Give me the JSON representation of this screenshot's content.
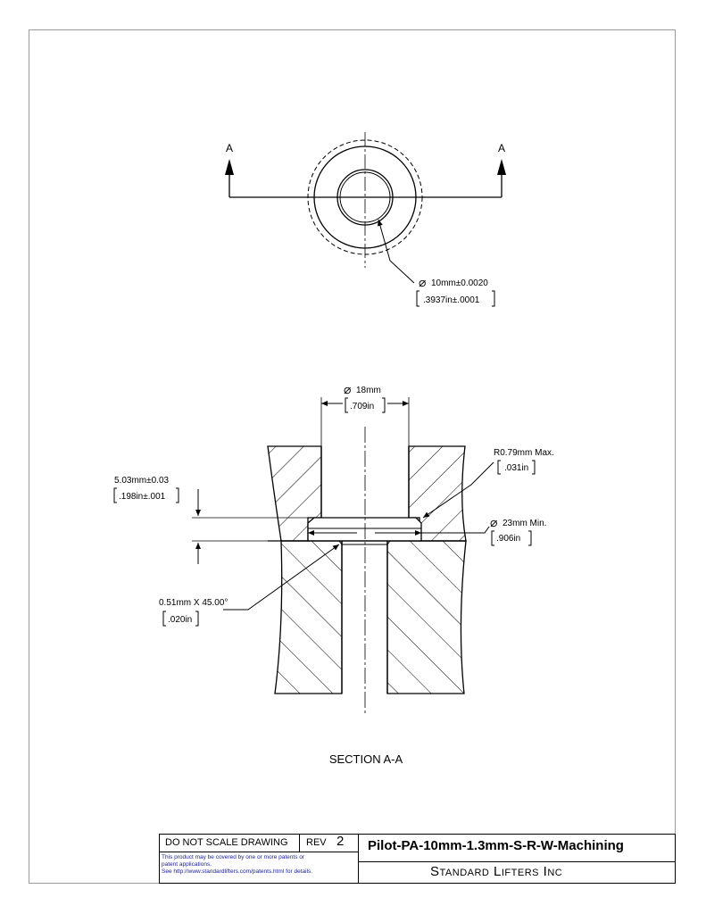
{
  "section_marker": {
    "left": "A",
    "right": "A"
  },
  "top_view": {
    "bore_dim": {
      "metric": "10mm±0.0020",
      "imperial": ".3937in±.0001"
    }
  },
  "section_view": {
    "dim_top": {
      "metric": "18mm",
      "imperial": ".709in"
    },
    "dim_radius": {
      "metric": "R0.79mm Max.",
      "imperial": ".031in"
    },
    "dim_depth": {
      "metric": "5.03mm±0.03",
      "imperial": ".198in±.001"
    },
    "dim_counterbore": {
      "metric": "23mm Min.",
      "imperial": ".906in"
    },
    "dim_chamfer": {
      "metric": "0.51mm X 45.00°",
      "imperial": ".020in"
    },
    "caption": "SECTION A-A"
  },
  "title_block": {
    "do_not_scale": "DO NOT SCALE DRAWING",
    "rev_label": "REV",
    "rev_value": "2",
    "part_name": "Pilot-PA-10mm-1.3mm-S-R-W-Machining",
    "company": "Standard Lifters Inc",
    "patent_note_1": "This product may be covered by one or more patents or",
    "patent_note_2": "patent applications.",
    "patent_note_3": "See http://www.standardlifters.com/patents.html for details."
  },
  "colors": {
    "line": "#000000",
    "border": "#9a9a9a",
    "patent_text": "#1a1aa0"
  }
}
